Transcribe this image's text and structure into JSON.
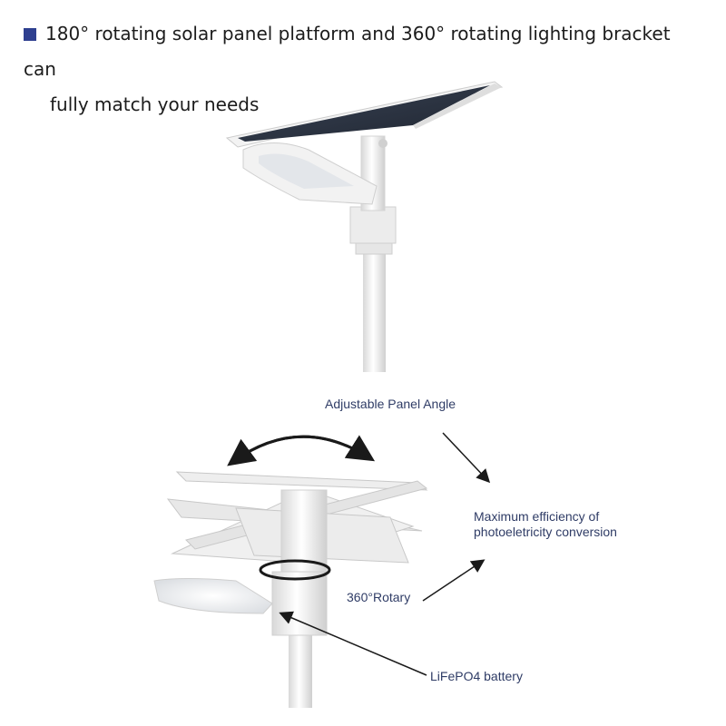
{
  "headline": {
    "line1": "180° rotating solar panel platform and 360° rotating lighting bracket can",
    "line2": "fully match your needs",
    "bullet_color": "#2e3f8f"
  },
  "callouts": {
    "panel_angle": "Adjustable Panel Angle",
    "efficiency_line1": "Maximum efficiency of",
    "efficiency_line2": "photoeletricity conversion",
    "rotary": "360°Rotary",
    "battery": "LiFePO4 battery"
  },
  "colors": {
    "text": "#2f3c66",
    "solar_cell": "#2a3140",
    "frame": "#eeeeee"
  }
}
